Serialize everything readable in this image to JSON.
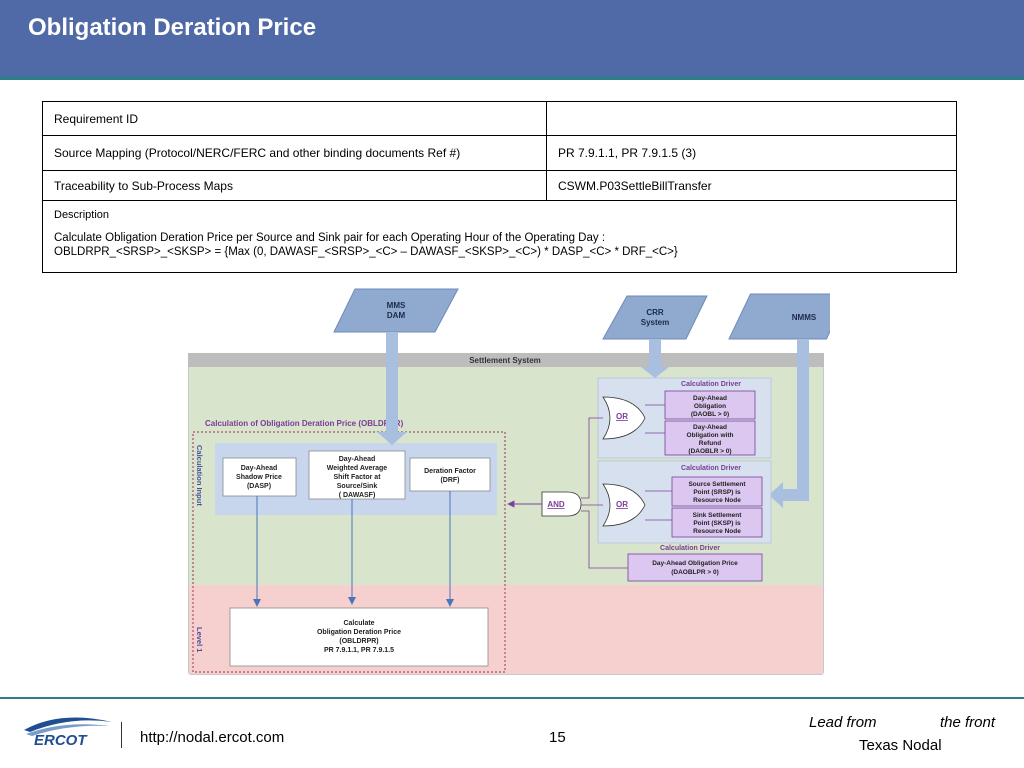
{
  "slide": {
    "title": "Obligation Deration Price"
  },
  "table": {
    "rows": [
      {
        "label": "Requirement ID",
        "value": ""
      },
      {
        "label": "Source Mapping (Protocol/NERC/FERC and other binding documents Ref #)",
        "value": "PR 7.9.1.1, PR 7.9.1.5 (3)"
      },
      {
        "label": "Traceability to Sub-Process Maps",
        "value": "CSWM.P03SettleBillTransfer"
      }
    ],
    "description": {
      "label": "Description",
      "line1": "Calculate Obligation Deration Price per Source and Sink pair for each Operating Hour of the Operating Day :",
      "line2": "OBLDRPR_<SRSP>_<SKSP> =      {Max (0, DAWASF_<SRSP>_<C> – DAWASF_<SKSP>_<C>)  * DASP_<C> * DRF_<C>}"
    }
  },
  "diagram": {
    "systems": {
      "mms_l1": "MMS",
      "mms_l2": "DAM",
      "crr_l1": "CRR",
      "crr_l2": "System",
      "nmms": "NMMS"
    },
    "settlement_title": "Settlement System",
    "calc_title": "Calculation of Obligation Deration Price (OBLDRPR)",
    "calc_input_label": "Calculation Input",
    "level_label": "Level 1",
    "inputs": {
      "dasp": [
        "Day-Ahead",
        "Shadow Price",
        "(DASP)"
      ],
      "dawasf": [
        "Day-Ahead",
        "Weighted Average",
        "Shift Factor at",
        "Source/Sink",
        "( DAWASF)"
      ],
      "drf": [
        "Deration Factor",
        "(DRF)"
      ]
    },
    "drivers": {
      "driver_title_1": "Calculation Driver",
      "driver_title_2": "Calculation Driver",
      "driver_title_3": "Calculation Driver",
      "daobl": [
        "Day-Ahead",
        "Obligation",
        "(DAOBL > 0)"
      ],
      "daoblr": [
        "Day-Ahead",
        "Obligation with",
        "Refund",
        "(DAOBLR > 0)"
      ],
      "srsp": [
        "Source Settlement",
        "Point (SRSP) is",
        "Resource Node"
      ],
      "sksp": [
        "Sink Settlement",
        "Point (SKSP) is",
        "Resource Node"
      ],
      "daoblpr": [
        "Day-Ahead Obligation Price",
        "(DAOBLPR > 0)"
      ]
    },
    "gates": {
      "or": "OR",
      "and": "AND"
    },
    "output": [
      "Calculate",
      "Obligation Deration Price",
      "(OBLDRPR)",
      "PR 7.9.1.1, PR 7.9.1.5"
    ]
  },
  "footer": {
    "logo_text": "ERCOT",
    "url": "http://nodal.ercot.com",
    "page": "15",
    "tagline_1": "Lead from",
    "tagline_2": "the front",
    "tagline_3": "Texas Nodal"
  }
}
